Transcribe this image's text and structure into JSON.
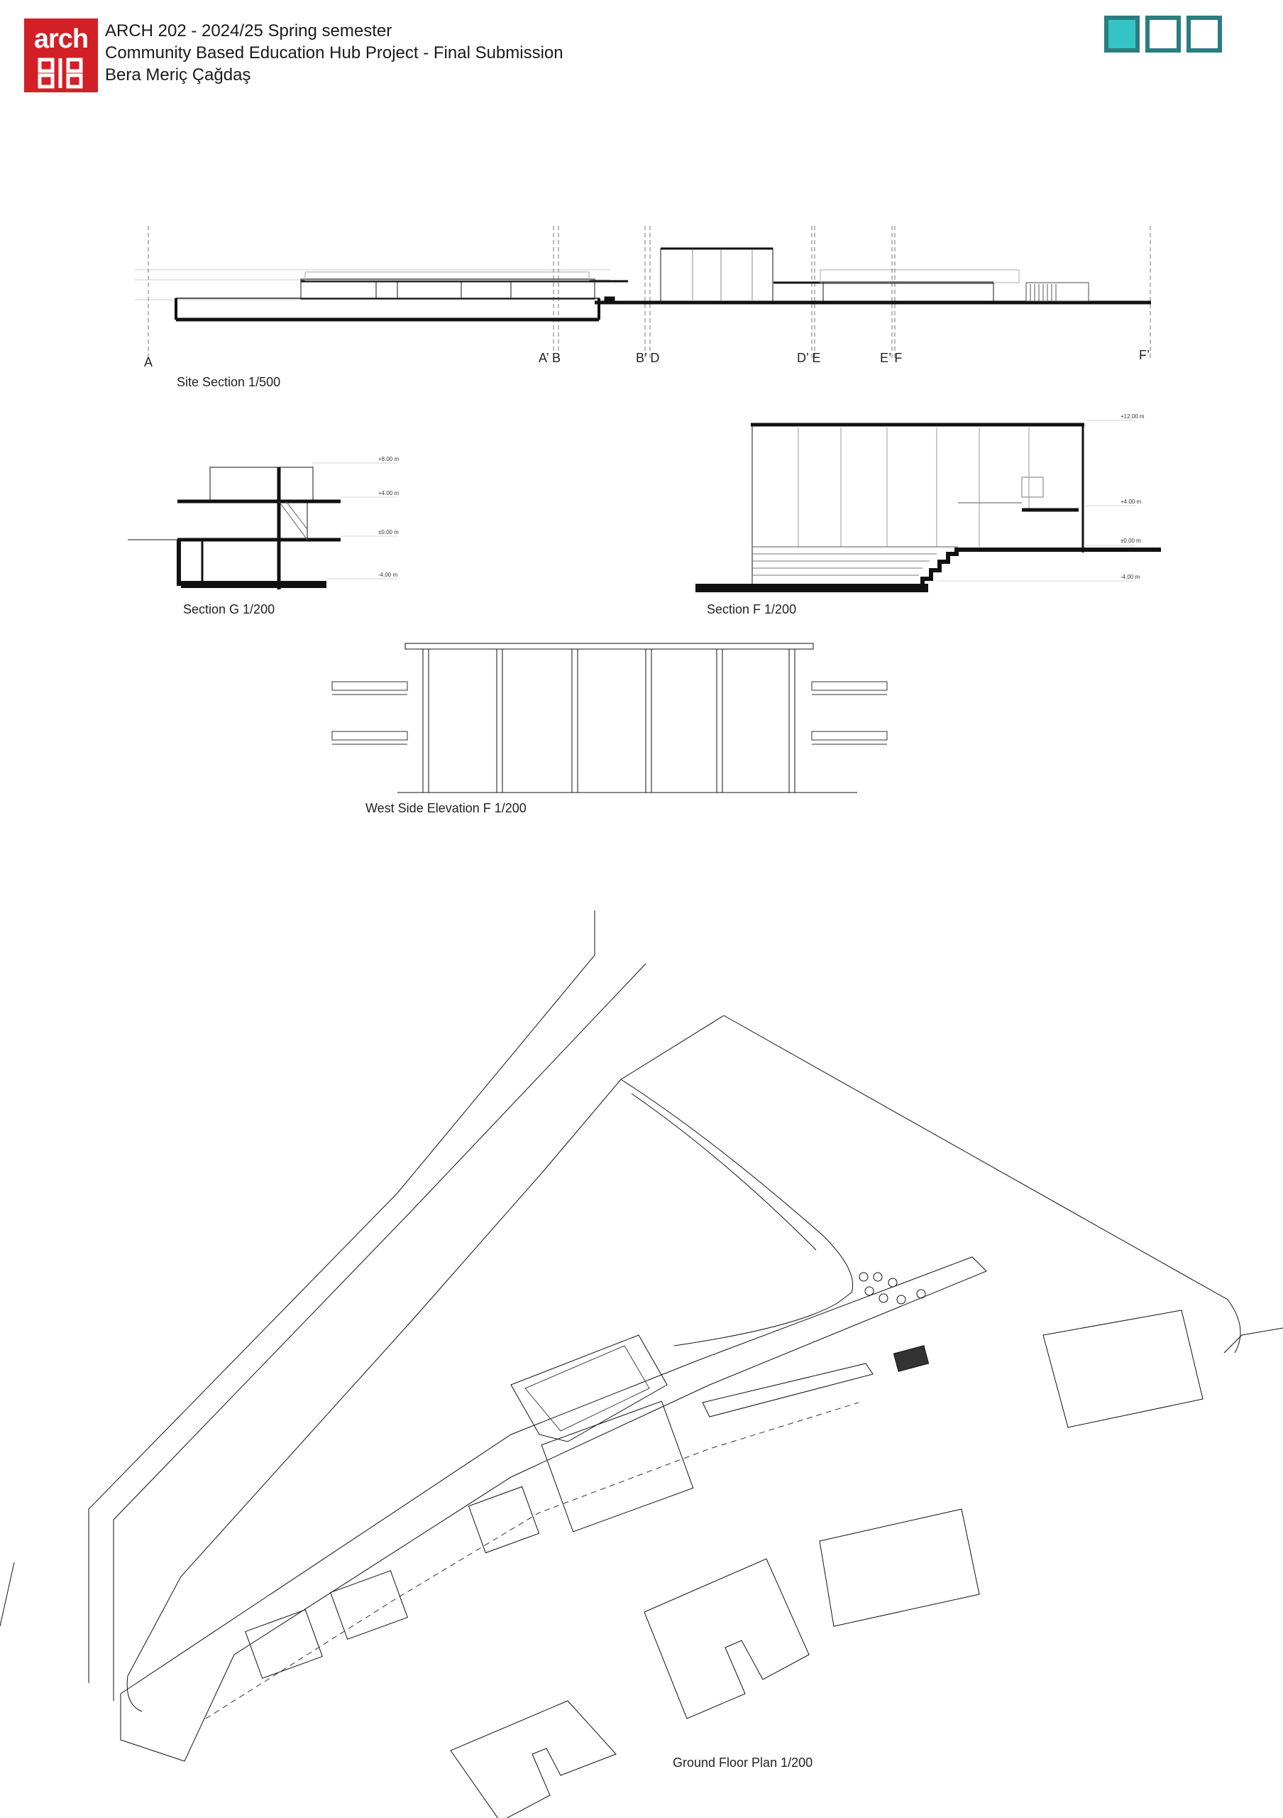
{
  "logo": {
    "text": "arch"
  },
  "header": {
    "line1": "ARCH 202 - 2024/25 Spring semester",
    "line2": "Community Based Education Hub Project - Final Submission",
    "line3": "Bera Meriç Çağdaş"
  },
  "site_section": {
    "caption": "Site Section 1/500",
    "axis_labels": [
      "A",
      "A’ B",
      "B’ D",
      "D’ E",
      "E’ F",
      "F’"
    ]
  },
  "section_g": {
    "caption": "Section G 1/200",
    "levels": [
      "+8.00 m",
      "+4.00 m",
      "±0.00 m",
      "-4.00 m"
    ]
  },
  "section_f": {
    "caption": "Section F 1/200",
    "levels": [
      "+12.00 m",
      "+4.00 m",
      "±0.00 m",
      "-4.00 m"
    ]
  },
  "elevation": {
    "caption": "West Side Elevation F 1/200"
  },
  "plan": {
    "caption": "Ground Floor Plan 1/200"
  },
  "colors": {
    "accent_teal": "#2a7d80",
    "logo_red": "#d31f26",
    "box_fill": "#34c3c6"
  }
}
